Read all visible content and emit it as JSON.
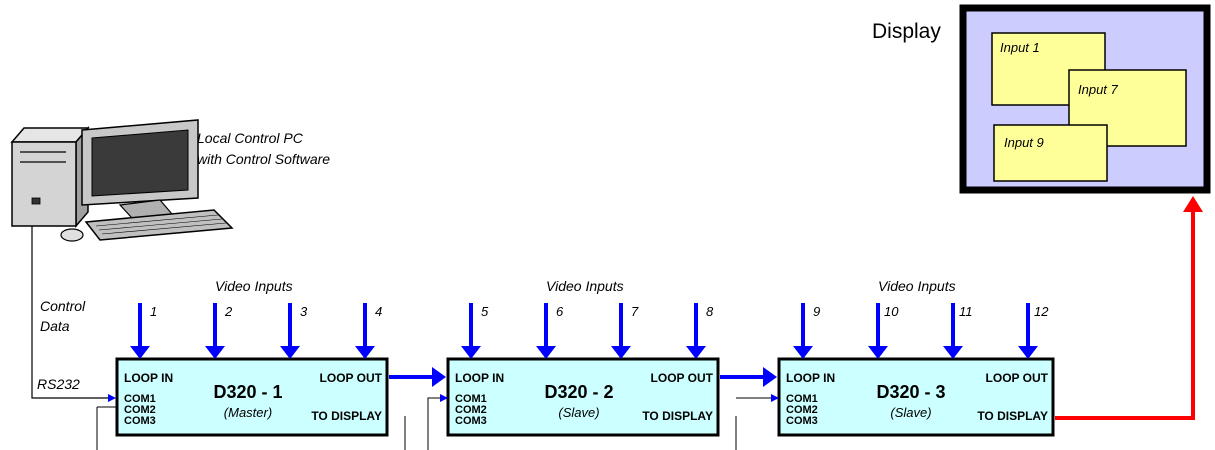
{
  "display": {
    "title": "Display",
    "windows": [
      {
        "label": "Input 1"
      },
      {
        "label": "Input 7"
      },
      {
        "label": "Input 9"
      }
    ],
    "colors": {
      "screen": "#ccccff",
      "window": "#ffff99",
      "frame": "#000000"
    }
  },
  "pc": {
    "label_line1": "Local Control PC",
    "label_line2": "with Control Software"
  },
  "control": {
    "label_line1": "Control",
    "label_line2": "Data",
    "link": "RS232"
  },
  "units": [
    {
      "name": "D320 - 1",
      "role": "(Master)",
      "inputs_label": "Video Inputs",
      "inputs": [
        "1",
        "2",
        "3",
        "4"
      ],
      "loop_in": "LOOP IN",
      "loop_out": "LOOP OUT",
      "to_display": "TO DISPLAY",
      "ports": [
        "COM1",
        "COM2",
        "COM3"
      ]
    },
    {
      "name": "D320 - 2",
      "role": "(Slave)",
      "inputs_label": "Video Inputs",
      "inputs": [
        "5",
        "6",
        "7",
        "8"
      ],
      "loop_in": "LOOP IN",
      "loop_out": "LOOP OUT",
      "to_display": "TO DISPLAY",
      "ports": [
        "COM1",
        "COM2",
        "COM3"
      ]
    },
    {
      "name": "D320 - 3",
      "role": "(Slave)",
      "inputs_label": "Video Inputs",
      "inputs": [
        "9",
        "10",
        "11",
        "12"
      ],
      "loop_in": "LOOP IN",
      "loop_out": "LOOP OUT",
      "to_display": "TO DISPLAY",
      "ports": [
        "COM1",
        "COM2",
        "COM3"
      ]
    }
  ],
  "colors": {
    "unit_fill": "#ccffff",
    "input_arrow": "#0000ff",
    "loop_arrow": "#0000ff",
    "display_arrow": "#ff0000"
  }
}
